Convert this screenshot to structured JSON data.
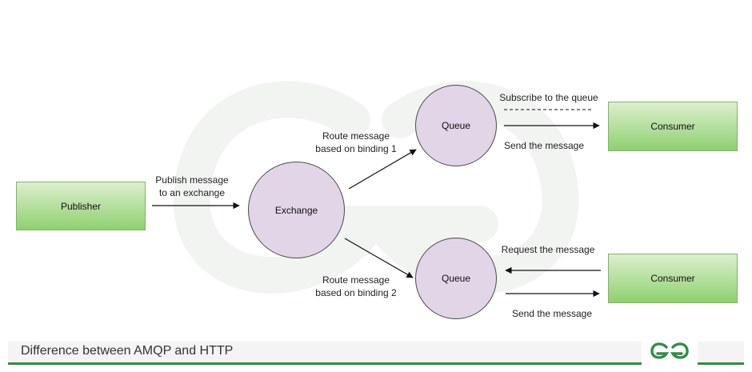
{
  "diagram": {
    "publisher": "Publisher",
    "exchange": "Exchange",
    "queue_top": "Queue",
    "queue_bottom": "Queue",
    "consumer_top": "Consumer",
    "consumer_bottom": "Consumer",
    "edges": {
      "publish": [
        "Publish message",
        "to an exchange"
      ],
      "route_1": [
        "Route message",
        "based on binding 1"
      ],
      "route_2": [
        "Route message",
        "based on binding 2"
      ],
      "subscribe": "Subscribe to the queue",
      "send_top": "Send the message",
      "request": "Request the message",
      "send_bottom": "Send the message"
    }
  },
  "footer": {
    "title": "Difference between AMQP and HTTP",
    "logo": "GeeksforGeeks logo"
  },
  "colors": {
    "box_fill_top": "#dcefcf",
    "box_fill_bottom": "#8fd06f",
    "box_border": "#82b366",
    "circle_fill": "#e1d5e7",
    "brand_green": "#2f8d46"
  }
}
